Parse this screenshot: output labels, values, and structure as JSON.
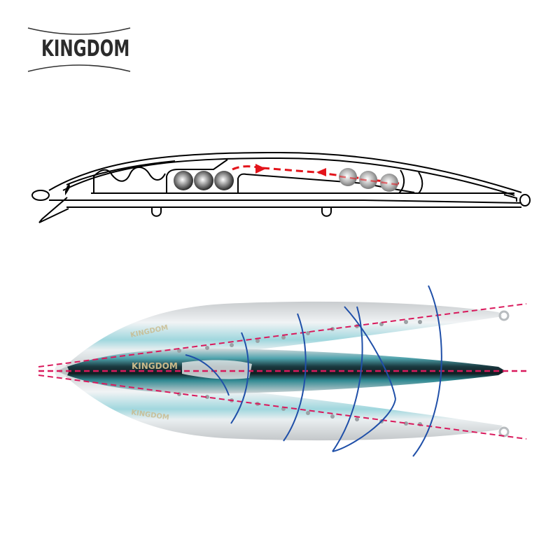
{
  "brand": {
    "name": "KINGDOM",
    "text_color": "#2b2b2b"
  },
  "cutaway_diagram": {
    "description": "Side cross-section of minnow lure with weight transfer system",
    "balls_front_count": 3,
    "balls_rear_count": 3,
    "arrow_color": "#e3141b",
    "outline_color": "#000000",
    "arrows": [
      {
        "direction": "right",
        "label": "weight-shift-forward"
      },
      {
        "direction": "left",
        "label": "weight-shift-back"
      }
    ]
  },
  "swim_action_diagram": {
    "description": "Top view of lure showing wide swimming action",
    "lure_positions": 3,
    "arc_count": 6,
    "arc_color": "#1f4fa8",
    "guide_line_color": "#d9195c",
    "body_colors": {
      "back": "#1d3b40",
      "teal": "#2e8a93",
      "silver": "#c8ccd0",
      "clear": "#e4e6e8"
    },
    "watermark": "KINGDOM"
  }
}
